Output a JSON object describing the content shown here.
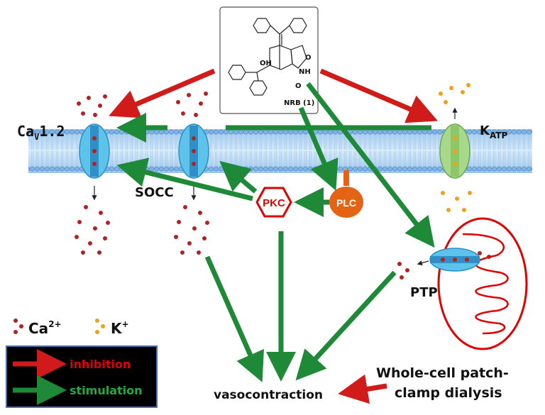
{
  "compound": {
    "name": "NRB (1)",
    "oh": "OH",
    "nh": "NH",
    "o1": "O",
    "o2": "O"
  },
  "channels": {
    "cav_main": "Ca",
    "cav_sub": "V",
    "cav_tail": "1.2",
    "socc": "SOCC",
    "katp_main": "K",
    "katp_sub": "ATP",
    "ptp": "PTP"
  },
  "enzymes": {
    "pkc": "PKC",
    "plc": "PLC"
  },
  "ions": {
    "ca_main": "Ca",
    "ca_sup": "2+",
    "k_main": "K",
    "k_sup": "+"
  },
  "legend": {
    "inhibition": "inhibition",
    "stimulation": "stimulation"
  },
  "outcome": "vasocontraction",
  "method": {
    "line1": "Whole-cell patch-",
    "line2": "clamp dialysis"
  },
  "colors": {
    "inhibition": "#d11a1a",
    "stimulation": "#1e8a38",
    "calcium": "#b22222",
    "potassium": "#f0a020",
    "ca_channel": "#5ec3ea",
    "k_channel": "#a8d98a",
    "pkc": "#e00000",
    "plc": "#e36414",
    "mitochondrion": "#e00000"
  }
}
